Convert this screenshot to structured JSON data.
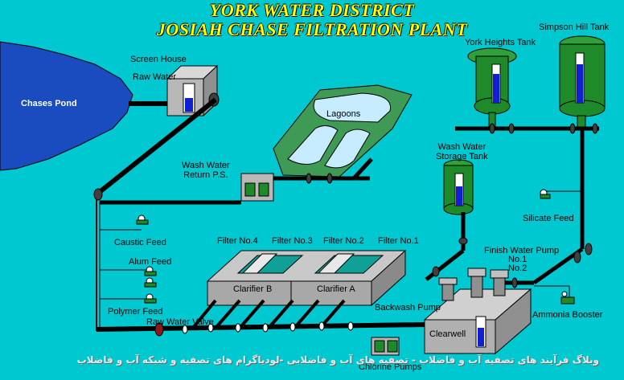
{
  "title": {
    "line1": "YORK WATER DISTRICT",
    "line2": "JOSIAH CHASE FILTRATION PLANT"
  },
  "labels": {
    "chases_pond": "Chases Pond",
    "screen_house": "Screen House",
    "raw_water": "Raw Water",
    "lagoons": "Lagoons",
    "wash_water_return": "Wash Water\nReturn P.S.",
    "york_heights_tank": "York Heights Tank",
    "simpson_hill_tank": "Simpson Hill Tank",
    "wash_water_storage_tank": "Wash Water\nStorage Tank",
    "silicate_feed": "Silicate Feed",
    "caustic_feed": "Caustic Feed",
    "alum_feed": "Alum Feed",
    "polymer_feed": "Polymer Feed",
    "filter4": "Filter No.4",
    "filter3": "Filter No.3",
    "filter2": "Filter No.2",
    "filter1": "Filter No.1",
    "clarifier_b": "Clarifier B",
    "clarifier_a": "Clarifier A",
    "finish_water_pump": "Finish Water Pump",
    "pump_no1": "No.1",
    "pump_no2": "No.2",
    "backwash_pump": "Backwash Pump",
    "ammonia_booster": "Ammonia Booster",
    "raw_water_valve": "Raw Water Valve",
    "clearwell": "Clearwell",
    "chlorine_pumps": "Chlorine Pumps"
  },
  "footer_text": "وبلاگ فرآیند های تصفیه آب و فاضلاب - تصفیه های آب و فاضلابی -لودیاگرام های تصفیه و شبکه آب و فاضلاب",
  "colors": {
    "background": "#00c8d0",
    "pond": "#1a4cc0",
    "lagoon_area": "#3f9a55",
    "lagoon_water": "#c8ecff",
    "tank_green": "#1f8a2a",
    "pipe": "#000000",
    "filter_water": "#10a098",
    "building_gray": "#b8b8b8",
    "level_blue": "#1020d0",
    "title_yellow": "#ffff00"
  }
}
